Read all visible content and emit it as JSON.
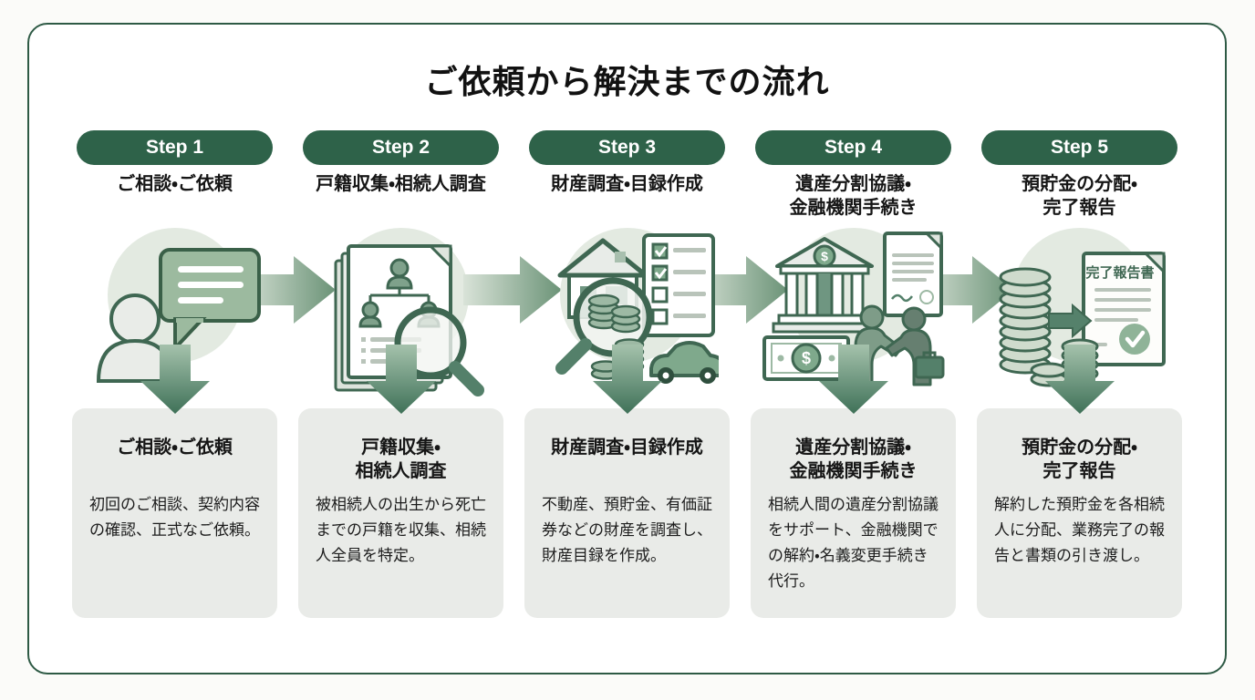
{
  "page": {
    "title": "ご依頼から解決までの流れ"
  },
  "colors": {
    "frame_border": "#2e5a45",
    "badge_green": "#2e6249",
    "icon_dark_green": "#3f6752",
    "icon_mid_green": "#7fa18b",
    "icon_light_green": "#9cba9f",
    "circle_bg": "#e3eae1",
    "card_bg": "#e9ebe8",
    "text_black": "#161616"
  },
  "steps": [
    {
      "label": "Step 1",
      "subtitle": "ご相談・ご依頼",
      "icon_name": "consultation-person-speech-bubble-icon",
      "card": {
        "title": "ご相談・ご依頼",
        "description": "初回のご相談、契約内容の確認、正式なご依頼。"
      }
    },
    {
      "label": "Step 2",
      "subtitle": "戸籍収集・相続人調査",
      "icon_name": "family-register-documents-magnifier-icon",
      "card": {
        "title": "戸籍収集・\n相続人調査",
        "description": "被相続人の出生から死亡までの戸籍を収集、相続人全員を特定。"
      }
    },
    {
      "label": "Step 3",
      "subtitle": "財産調査・目録作成",
      "icon_name": "asset-search-house-coins-car-checklist-icon",
      "card": {
        "title": "財産調査・目録作成",
        "description": "不動産、預貯金、有価証券などの財産を調査し、財産目録を作成。"
      }
    },
    {
      "label": "Step 4",
      "subtitle": "遺産分割協議・\n金融機関手続き",
      "icon_name": "bank-money-handshake-agreement-icon",
      "card": {
        "title": "遺産分割協議・\n金融機関手続き",
        "description": "相続人間の遺産分割協議をサポート、金融機関での解約・名義変更手続き代行。"
      }
    },
    {
      "label": "Step 5",
      "subtitle": "預貯金の分配・\n完了報告",
      "icon_name": "coins-distribution-completion-report-icon",
      "icon_label": "完了報告書",
      "card": {
        "title": "預貯金の分配・\n完了報告",
        "description": "解約した預貯金を各相続人に分配、業務完了の報告と書類の引き渡し。"
      }
    }
  ]
}
